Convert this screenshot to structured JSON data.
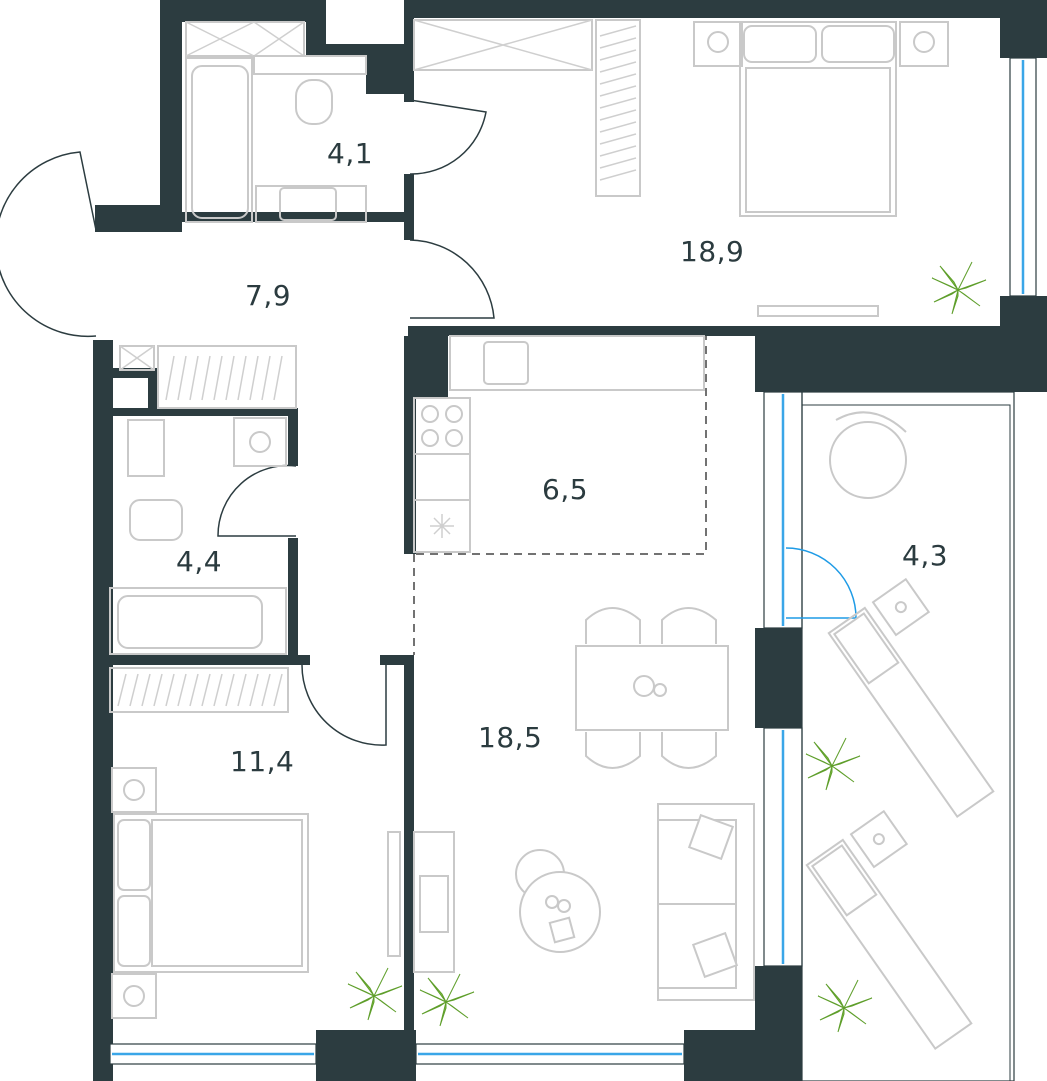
{
  "floorplan": {
    "rooms": [
      {
        "id": "bathroom-1",
        "area": "4,1"
      },
      {
        "id": "bedroom-1",
        "area": "18,9"
      },
      {
        "id": "hallway",
        "area": "7,9"
      },
      {
        "id": "kitchen",
        "area": "6,5"
      },
      {
        "id": "balcony",
        "area": "4,3"
      },
      {
        "id": "bathroom-2",
        "area": "4,4"
      },
      {
        "id": "bedroom-2",
        "area": "11,4"
      },
      {
        "id": "living-room",
        "area": "18,5"
      }
    ],
    "colors": {
      "wall": "#2c3c40",
      "furniture": "#c9c9c9",
      "glass": "#3aa6e8",
      "plant": "#8bc34a",
      "text": "#2b3b3f"
    }
  }
}
